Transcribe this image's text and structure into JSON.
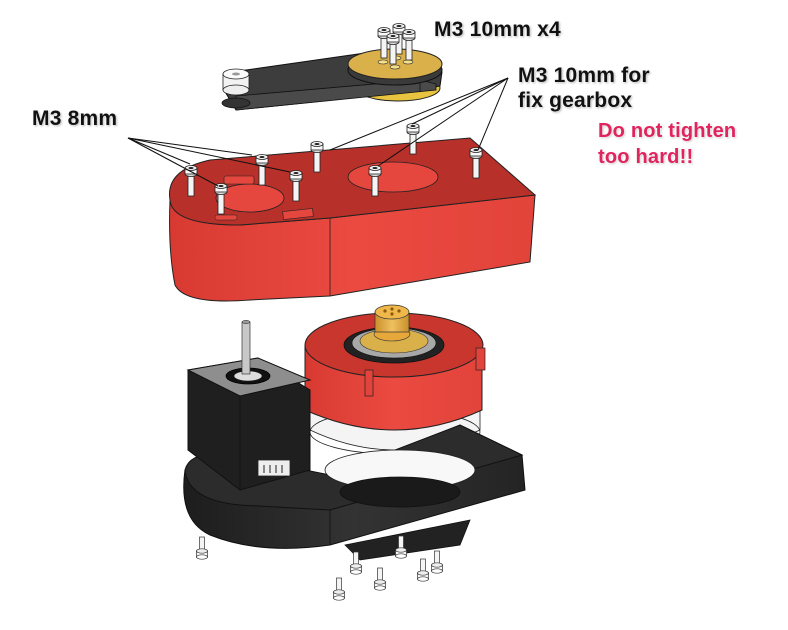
{
  "diagram": {
    "type": "exploded-assembly-view",
    "colors": {
      "housing_red": "#e8453c",
      "housing_red_top": "#b8302a",
      "black_part": "#2a2a2a",
      "brass": "#d9a93a",
      "belt": "#444444",
      "bolt": "#f2f2f2",
      "warning_text": "#e0245e",
      "leader_line": "#111111"
    },
    "labels": {
      "m3_10mm_x4": "M3 10mm x4",
      "m3_10mm_gearbox_line1": "M3 10mm for",
      "m3_10mm_gearbox_line2": "fix gearbox",
      "m3_8mm": "M3 8mm",
      "warning_line1": "Do not tighten",
      "warning_line2": "too hard!!"
    },
    "components": [
      {
        "name": "belt-and-pulley-assembly",
        "color": "dark-gray/brass"
      },
      {
        "name": "top-housing",
        "color": "red"
      },
      {
        "name": "gearbox",
        "color": "red/white"
      },
      {
        "name": "stepper-motor",
        "color": "black"
      },
      {
        "name": "base-plate",
        "color": "black"
      },
      {
        "name": "bottom-screws",
        "color": "white"
      }
    ]
  }
}
